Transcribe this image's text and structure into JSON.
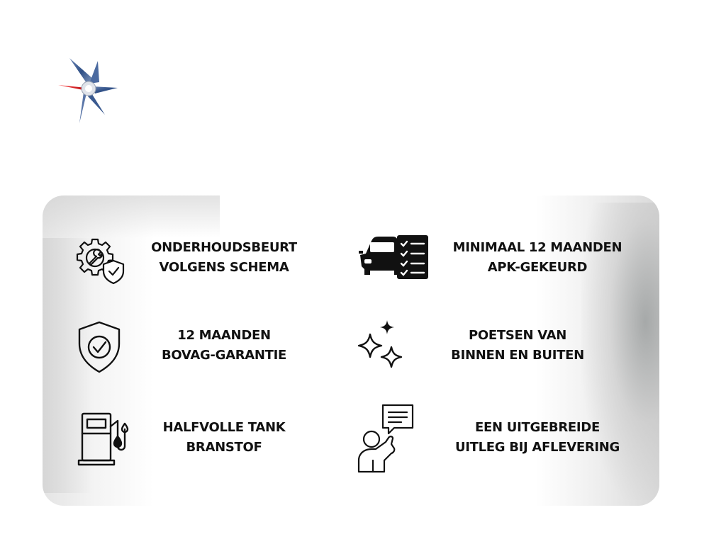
{
  "logo": {
    "icon": "star-logo-icon",
    "colors": {
      "blue": "#3f5f93",
      "red": "#e0252a",
      "silver": "#c9ced6"
    }
  },
  "features": [
    {
      "icon": "maintenance-gear-shield-icon",
      "lines": [
        "ONDERHOUDSBEURT",
        "VOLGENS SCHEMA"
      ]
    },
    {
      "icon": "car-checklist-icon",
      "lines": [
        "MINIMAAL 12 MAANDEN",
        "APK-GEKEURD"
      ]
    },
    {
      "icon": "shield-check-icon",
      "lines": [
        "12 MAANDEN",
        "BOVAG-GARANTIE"
      ]
    },
    {
      "icon": "sparkles-icon",
      "lines": [
        "POETSEN VAN",
        "BINNEN EN BUITEN"
      ]
    },
    {
      "icon": "fuel-pump-icon",
      "lines": [
        "HALFVOLLE TANK",
        "BRANSTOF"
      ]
    },
    {
      "icon": "person-speech-bubble-icon",
      "lines": [
        "EEN UITGEBREIDE",
        "UITLEG BIJ AFLEVERING"
      ]
    }
  ],
  "colors": {
    "text": "#111111",
    "panel": "#ffffff"
  }
}
